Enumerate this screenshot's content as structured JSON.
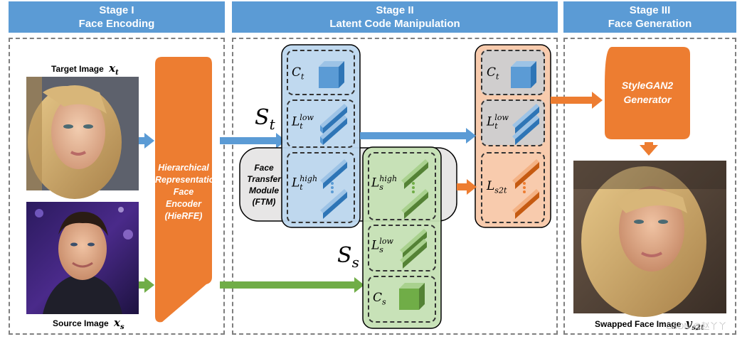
{
  "stages": [
    {
      "title": "Stage I",
      "subtitle": "Face Encoding"
    },
    {
      "title": "Stage II",
      "subtitle": "Latent Code Manipulation"
    },
    {
      "title": "Stage III",
      "subtitle": "Face Generation"
    }
  ],
  "labels": {
    "target_image": "Target Image",
    "target_var": "x",
    "target_sub": "t",
    "source_image": "Source Image",
    "source_var": "x",
    "source_sub": "s",
    "swapped_image": "Swapped Face Image",
    "swapped_var": "y",
    "swapped_sub": "s2t"
  },
  "encoder": {
    "line1": "Hierarchical",
    "line2": "Representation",
    "line3": "Face Encoder",
    "line4": "(HieRFE)"
  },
  "ftm": {
    "line1": "Face",
    "line2": "Transfer",
    "line3": "Module",
    "line4": "(FTM)"
  },
  "generator": {
    "line1": "StyleGAN2",
    "line2": "Generator"
  },
  "latents": {
    "S_t": {
      "base": "S",
      "sub": "t"
    },
    "S_s": {
      "base": "S",
      "sub": "s"
    },
    "C_t": {
      "base": "C",
      "sub": "t"
    },
    "L_t_low": {
      "base": "L",
      "sub": "t",
      "sup": "low"
    },
    "L_t_high": {
      "base": "L",
      "sub": "t",
      "sup": "high"
    },
    "L_s_high": {
      "base": "L",
      "sub": "s",
      "sup": "high"
    },
    "L_s_low": {
      "base": "L",
      "sub": "s",
      "sup": "low"
    },
    "C_s": {
      "base": "C",
      "sub": "s"
    },
    "L_s2t": {
      "base": "L",
      "sub": "s2t"
    }
  },
  "watermark": "CSDN @赵丫丫",
  "colors": {
    "header": "#5b9bd5",
    "orange": "#ed7d31",
    "blue_fill": "#bdd7ee",
    "blue_cube": "#5b9bd5",
    "green_fill": "#c5e0b4",
    "green_cube": "#70ad47",
    "orange_fill": "#f8cbad",
    "gray_fill": "#d0cece",
    "ftm_fill": "#e7e6e6"
  }
}
